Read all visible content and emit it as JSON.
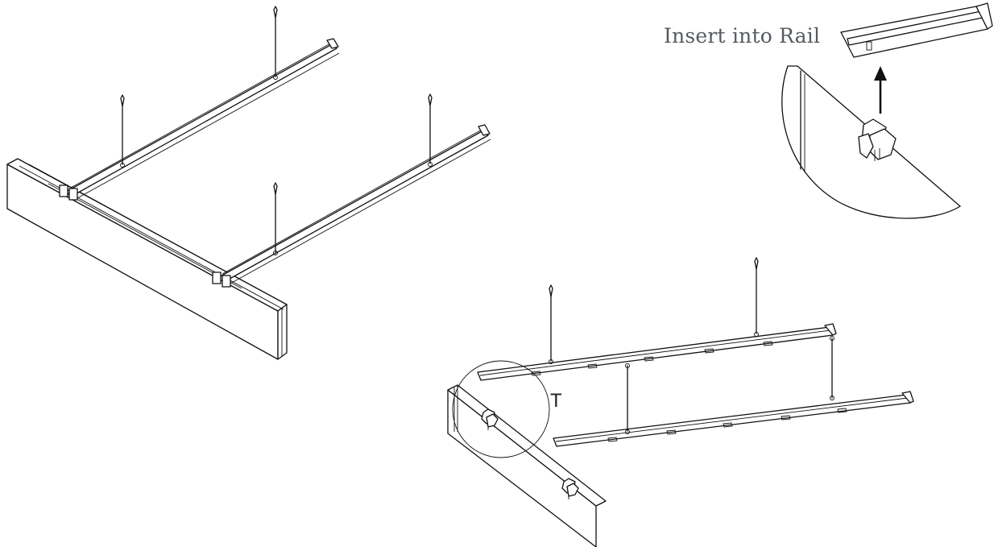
{
  "annotations": {
    "insert_label": "Insert into Rail",
    "detail_label": "T"
  },
  "colors": {
    "line": "#111111",
    "caption_text": "#555a60",
    "background": "#ffffff"
  },
  "drawings": [
    {
      "name": "assembled-baffle-with-rails"
    },
    {
      "name": "insert-into-rail-detail"
    },
    {
      "name": "rails-and-panel-with-clips"
    }
  ]
}
